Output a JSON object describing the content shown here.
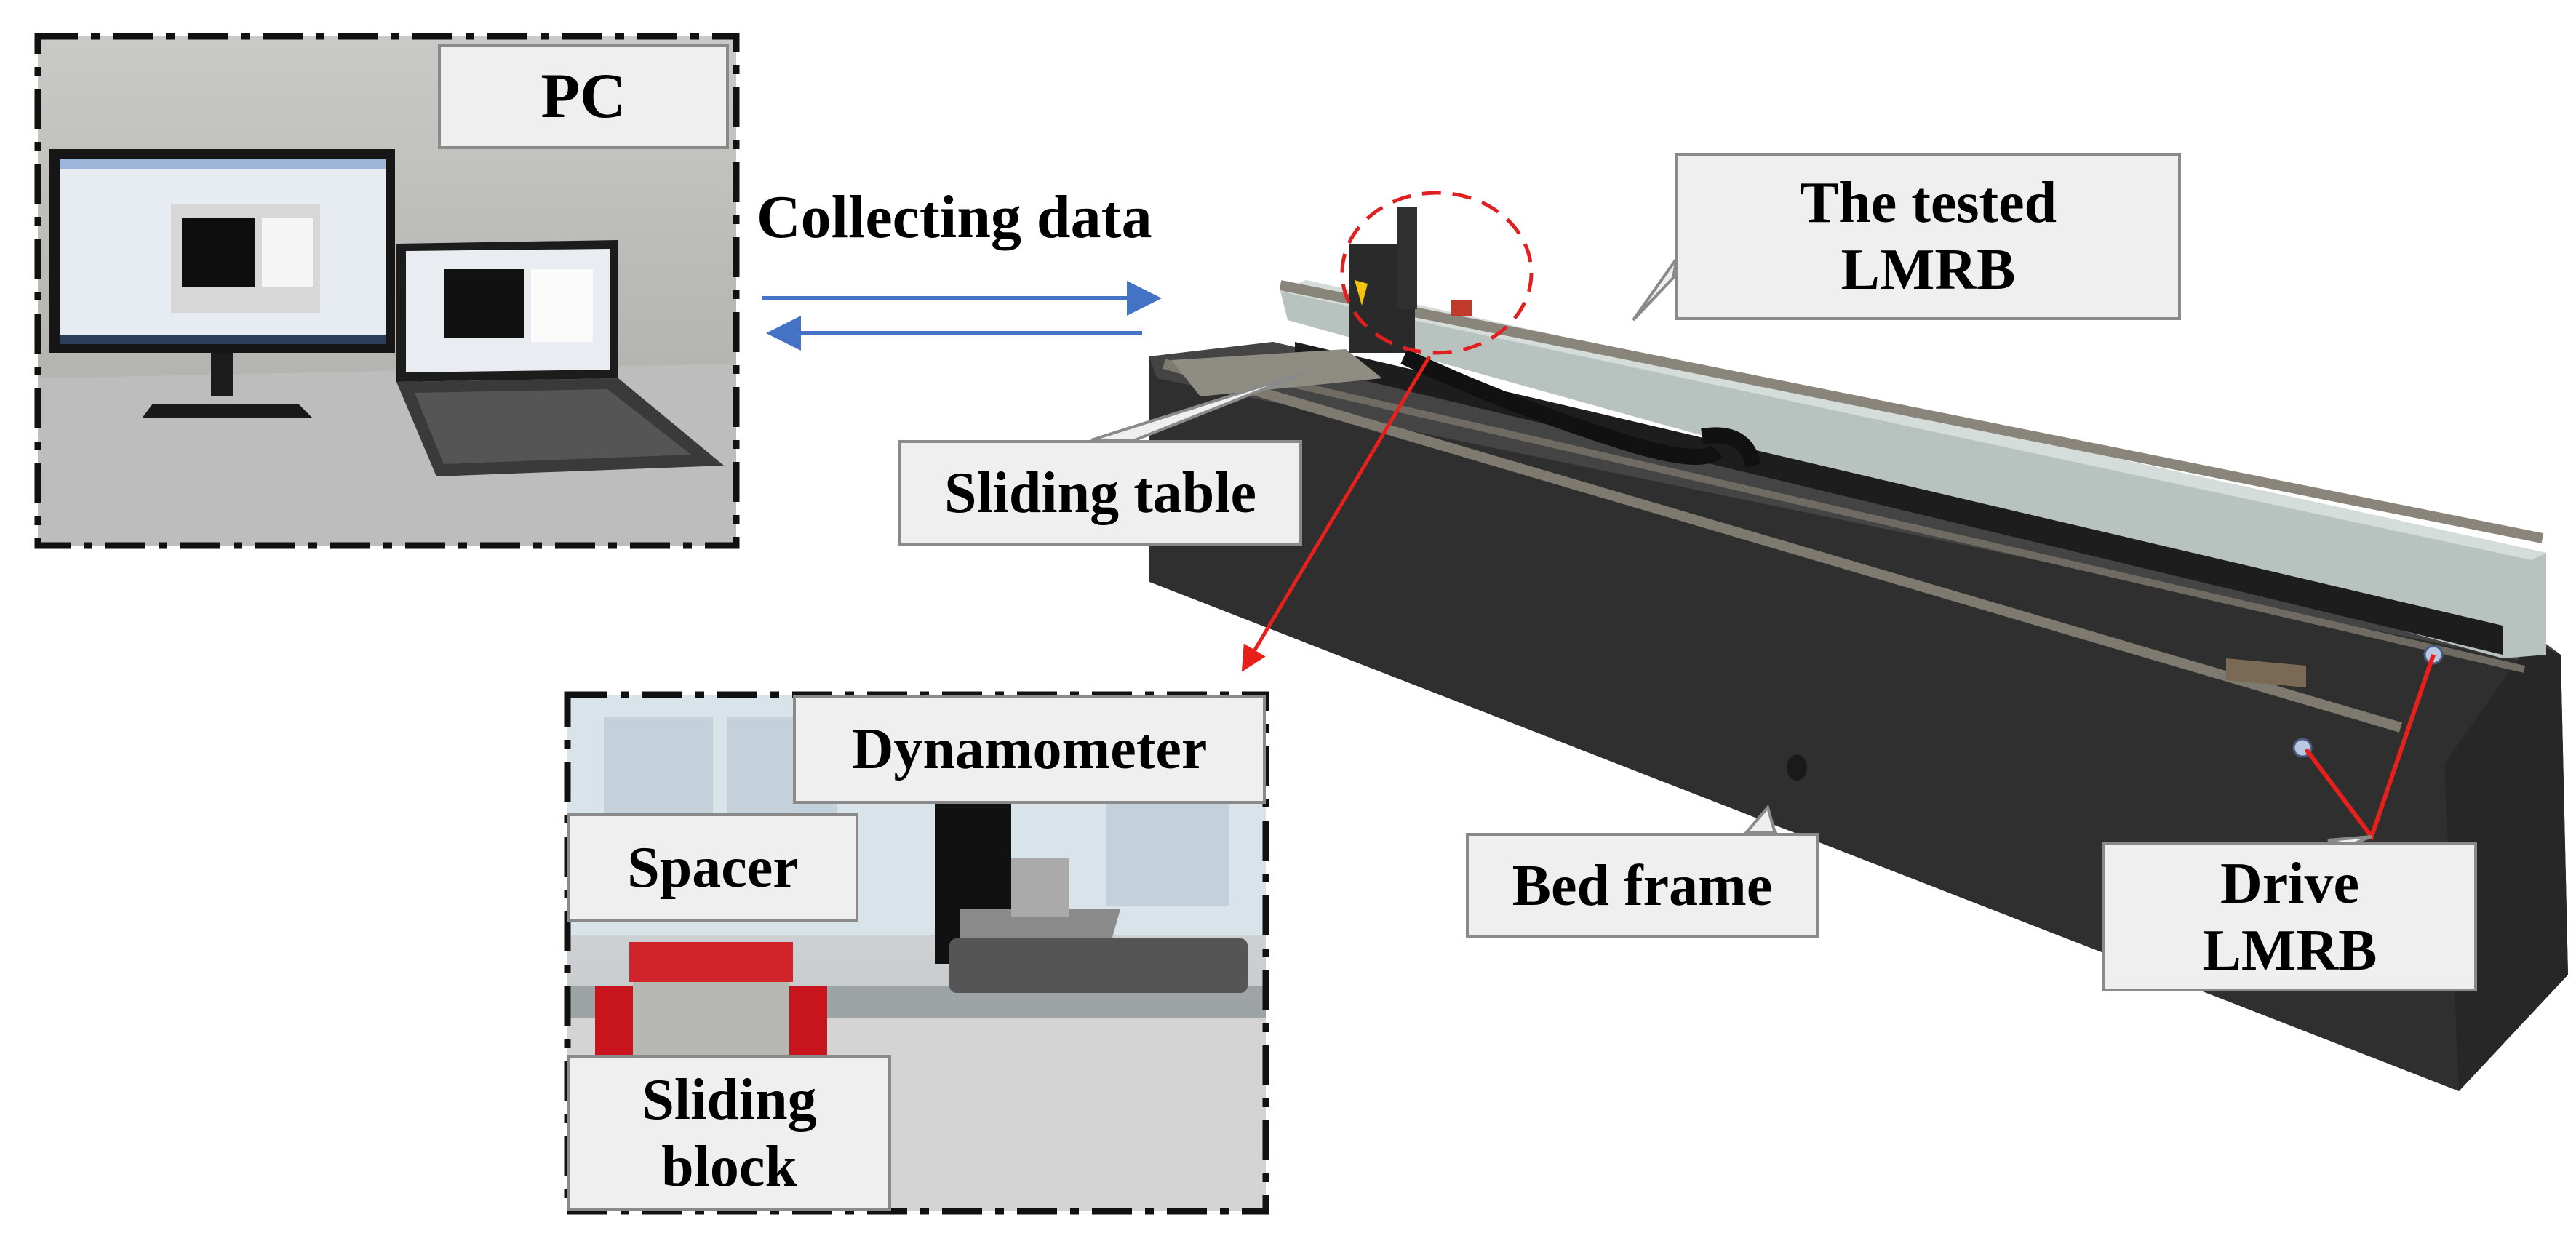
{
  "labels": {
    "pc": "PC",
    "collecting": "Collecting data",
    "tested_line1": "The tested",
    "tested_line2": "LMRB",
    "sliding_table": "Sliding table",
    "dynamometer": "Dynamometer",
    "spacer": "Spacer",
    "sliding_block_line1": "Sliding",
    "sliding_block_line2": "block",
    "bed_frame": "Bed frame",
    "drive_line1": "Drive",
    "drive_line2": "LMRB"
  },
  "colors": {
    "arrow_blue": "#4472c4",
    "pointer_red": "#e8201c",
    "dashed_red": "#e02020"
  }
}
